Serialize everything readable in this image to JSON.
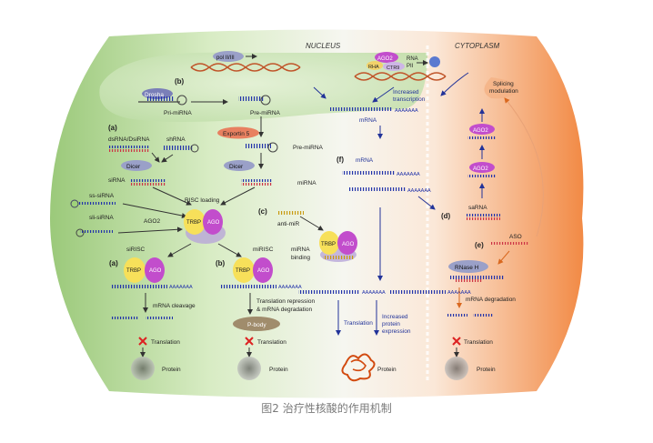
{
  "regions": {
    "nucleus": "NUCLEUS",
    "cytoplasm": "CYTOPLASM"
  },
  "labels": {
    "pol": "pol II/III",
    "drosha": "Drosha",
    "b1": "(b)",
    "pri_mirna": "Pri-miRNA",
    "pre_mirna_1": "Pre-miRNA",
    "exportin": "Exportin 5",
    "pre_mirna_2": "Pre-miRNA",
    "a1": "(a)",
    "dsrna": "dsRNA/DsiRNA",
    "shrna": "shRNA",
    "dicer_1": "Dicer",
    "dicer_2": "Dicer",
    "sirna": "siRNA",
    "mirna_1": "miRNA",
    "ss_sirna": "ss-siRNA",
    "sli_sirna": "sli-siRNA",
    "risc_loading": "RISC loading",
    "ago2": "AGO2",
    "trbp_1": "TRBP",
    "ago_1": "AGO",
    "c": "(c)",
    "anti_mir": "anti-miR",
    "mirna_binding_1": "miRNA",
    "mirna_binding_2": "binding",
    "trbp_c": "TRBP",
    "ago_c": "AGO",
    "sirisc": "siRISC",
    "mirisc": "miRISC",
    "a2": "(a)",
    "b2": "(b)",
    "trbp_a": "TRBP",
    "ago_a": "AGO",
    "trbp_b": "TRBP",
    "ago_b": "AGO",
    "aaaa": "AAAAAAA",
    "mrna_cleavage": "mRNA cleavage",
    "trans_rep_1": "Translation repression",
    "trans_rep_2": "& mRNA degradation",
    "pbody": "P-body",
    "translation": "Translation",
    "protein": "Protein",
    "ago2_top": "AGO2",
    "rha": "RHA",
    "ctr9": "CTR9",
    "rna_pii_1": "RNA",
    "rna_pii_2": "PII",
    "increased_trans_1": "Increased",
    "increased_trans_2": "transcription",
    "mrna_top": "mRNA",
    "f": "(f)",
    "mrna_f": "mRNA",
    "translation_f": "Translation",
    "increased_prot_1": "Increased",
    "increased_prot_2": "protein",
    "increased_prot_3": "expression",
    "splicing_1": "Splicing",
    "splicing_2": "modulation",
    "ago2_r1": "AGO2",
    "ago2_r2": "AGO2",
    "d": "(d)",
    "sarna": "saRNA",
    "e": "(e)",
    "aso": "ASO",
    "rnase": "RNase H",
    "mrna_degradation": "mRNA degradation"
  },
  "caption": "图2   治疗性核酸的作用机制",
  "colors": {
    "nucleus_green": "#b9d9a2",
    "cytoplasm_orange": "#f39a5c",
    "rna_blue": "#2233aa",
    "arrow": "#333333",
    "trbp_yellow": "#f7e05a",
    "ago_purple": "#c24dcc",
    "red_x": "#dd2222"
  }
}
